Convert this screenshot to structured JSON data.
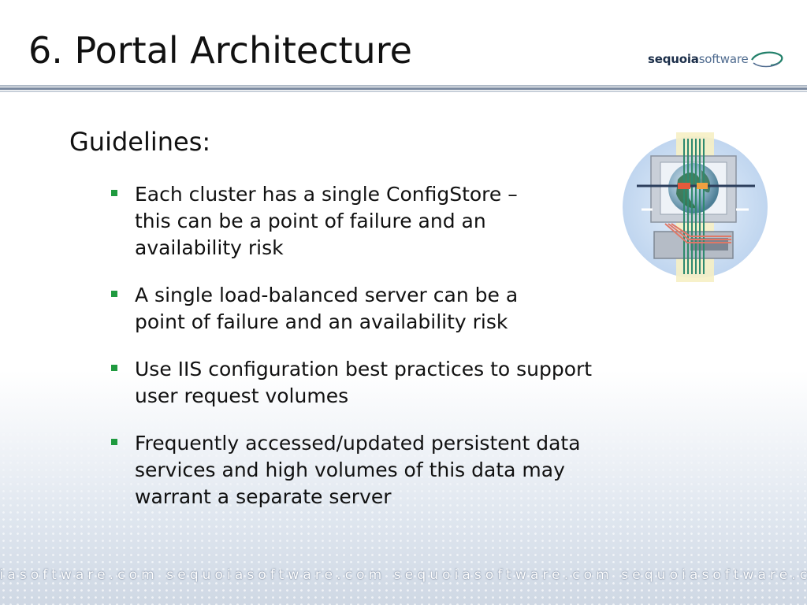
{
  "slide": {
    "title": "6. Portal Architecture",
    "logo": {
      "bold": "sequoia",
      "light": "software",
      "icon": "swoosh-logo-icon"
    },
    "subtitle": "Guidelines:",
    "bullets": [
      "Each cluster has a single ConfigStore –\nthis can be a point of failure and an\navailability risk",
      "A single load-balanced server can be a\npoint of failure and an availability risk",
      "Use IIS configuration best practices to support\nuser request volumes",
      "Frequently accessed/updated persistent data\nservices and high volumes of this data may\nwarrant a separate server"
    ],
    "graphic_icon": "server-globe-network-icon",
    "footer_text": "oiasoftware.com  sequoiasoftware.com  sequoiasoftware.com  sequoiasoftware.c"
  },
  "colors": {
    "bullet_marker": "#1f9a3f",
    "logo_dark": "#1c2f4a",
    "logo_light": "#4e6a8e",
    "rule": "#7b8aa0"
  }
}
